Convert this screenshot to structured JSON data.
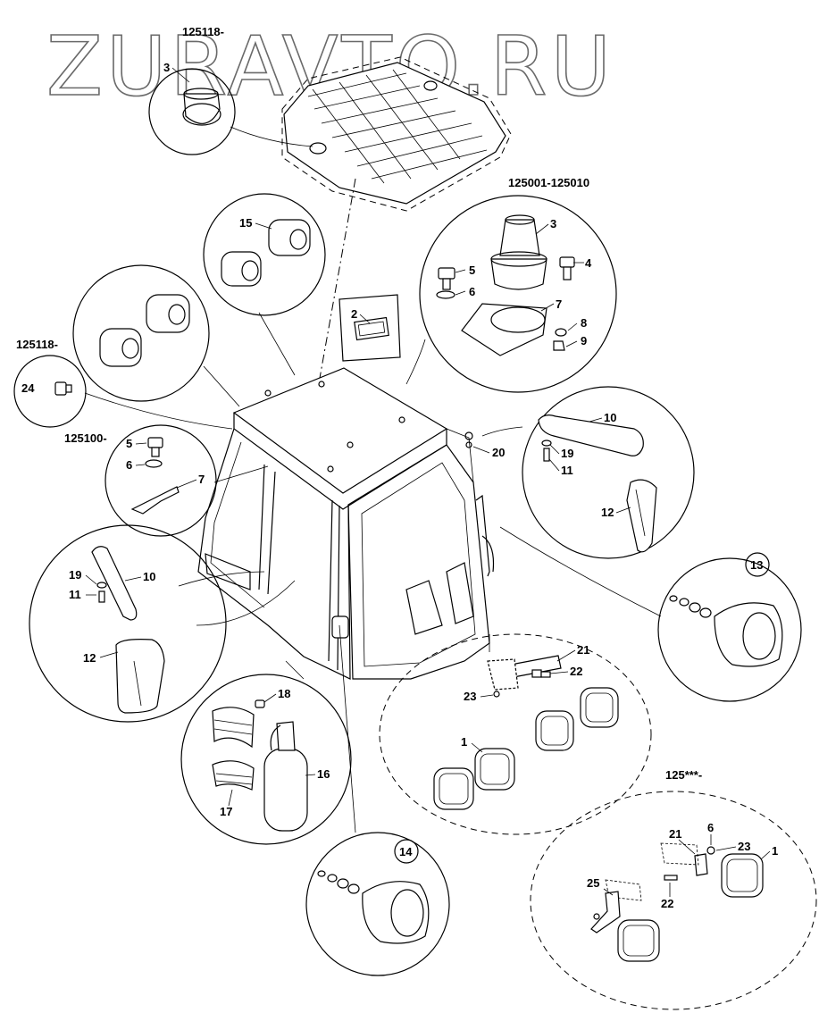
{
  "watermark": "ZURAVTO.RU",
  "serial_labels": {
    "roof_top": "125118-",
    "beacon_group": "125001-125010",
    "left_plug": "125118-",
    "left_bracket": "125100-",
    "lights_group": "125***-"
  },
  "callouts": {
    "c3_roof": "3",
    "c15": "15",
    "c2": "2",
    "c3_beacon": "3",
    "c4": "4",
    "c5_beacon": "5",
    "c6_beacon": "6",
    "c7_beacon": "7",
    "c8": "8",
    "c9": "9",
    "c24": "24",
    "c5_left": "5",
    "c6_left": "6",
    "c7_left": "7",
    "c20": "20",
    "c10_right": "10",
    "c19_right": "19",
    "c11_right": "11",
    "c12_right": "12",
    "c13": "13",
    "c19_left": "19",
    "c10_left": "10",
    "c11_left": "11",
    "c12_left": "12",
    "c21": "21",
    "c22": "22",
    "c23": "23",
    "c1": "1",
    "c18": "18",
    "c16": "16",
    "c17": "17",
    "c14": "14",
    "c6_lights": "6",
    "c23_lights": "23",
    "c21_lights": "21",
    "c1_lights": "1",
    "c25": "25",
    "c22_lights": "22"
  }
}
